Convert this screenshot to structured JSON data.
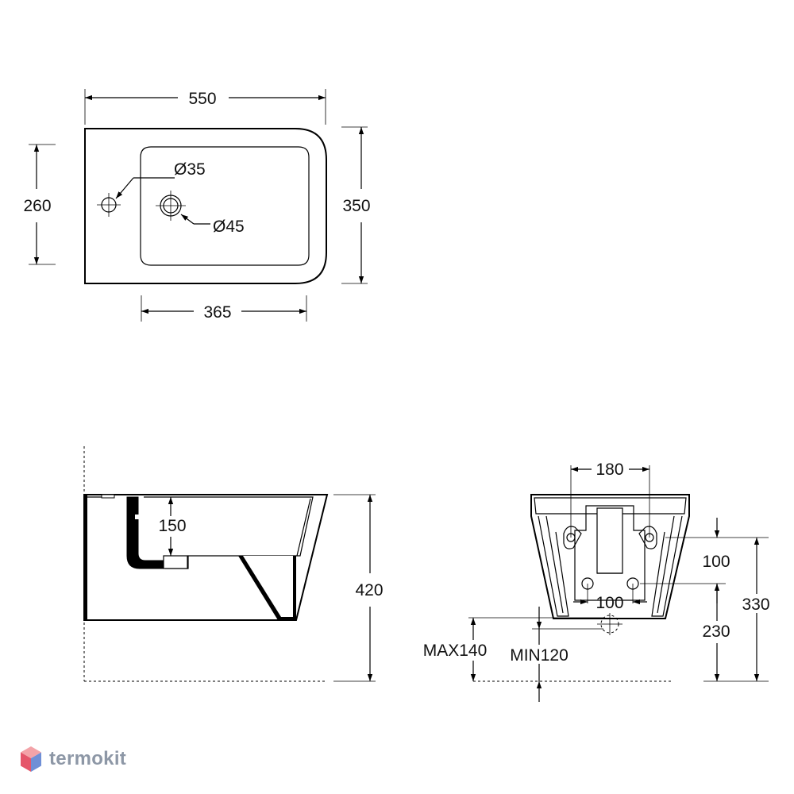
{
  "top_view": {
    "width_overall": "550",
    "depth_overall": "350",
    "depth_inner": "260",
    "bowl_width": "365",
    "hole_small": "Ø35",
    "hole_large": "Ø45"
  },
  "side_view": {
    "height": "420",
    "drain_height": "150"
  },
  "rear_view": {
    "mount_spacing": "180",
    "mount_height": "100",
    "pipe_spacing": "100",
    "pipe_height": "230",
    "mount_total": "330",
    "max_drop": "MAX140",
    "min_drop": "MIN120"
  },
  "logo": {
    "text": "termokit",
    "colors": {
      "top": "#f3a3a8",
      "left": "#e5566a",
      "right": "#6f8fd6",
      "text": "#8d97a6"
    }
  }
}
